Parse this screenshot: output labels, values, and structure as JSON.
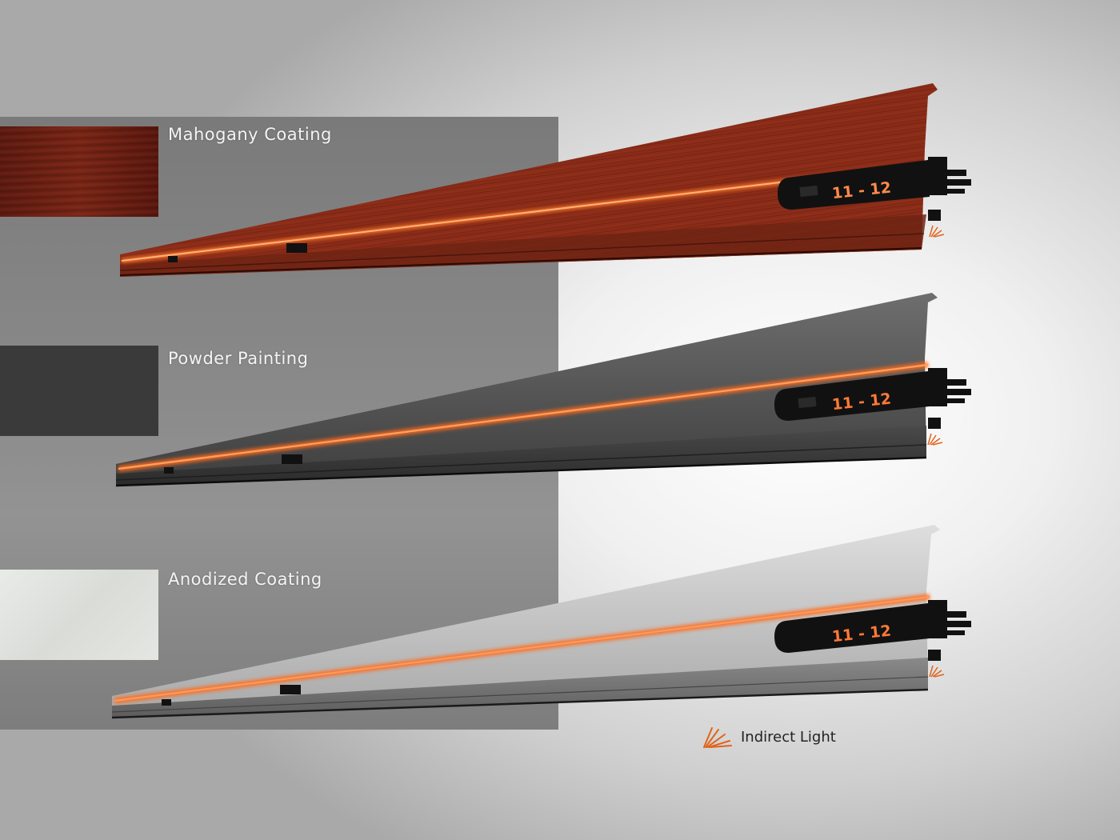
{
  "finishes": [
    {
      "label": "Mahogany Coating",
      "color": "#7a2616"
    },
    {
      "label": "Powder Painting",
      "color": "#3a3a3a"
    },
    {
      "label": "Anodized Coating",
      "color": "#dcdfdb"
    }
  ],
  "profiles": [
    {
      "finish": "mahogany",
      "channel_label": "11 - 12"
    },
    {
      "finish": "powder",
      "channel_label": "11 - 12"
    },
    {
      "finish": "anodized",
      "channel_label": "11 - 12"
    }
  ],
  "legend": {
    "label": "Indirect Light",
    "icon": "light-rays-icon",
    "color": "#e0641c"
  },
  "accent_color": "#ff6a1f"
}
